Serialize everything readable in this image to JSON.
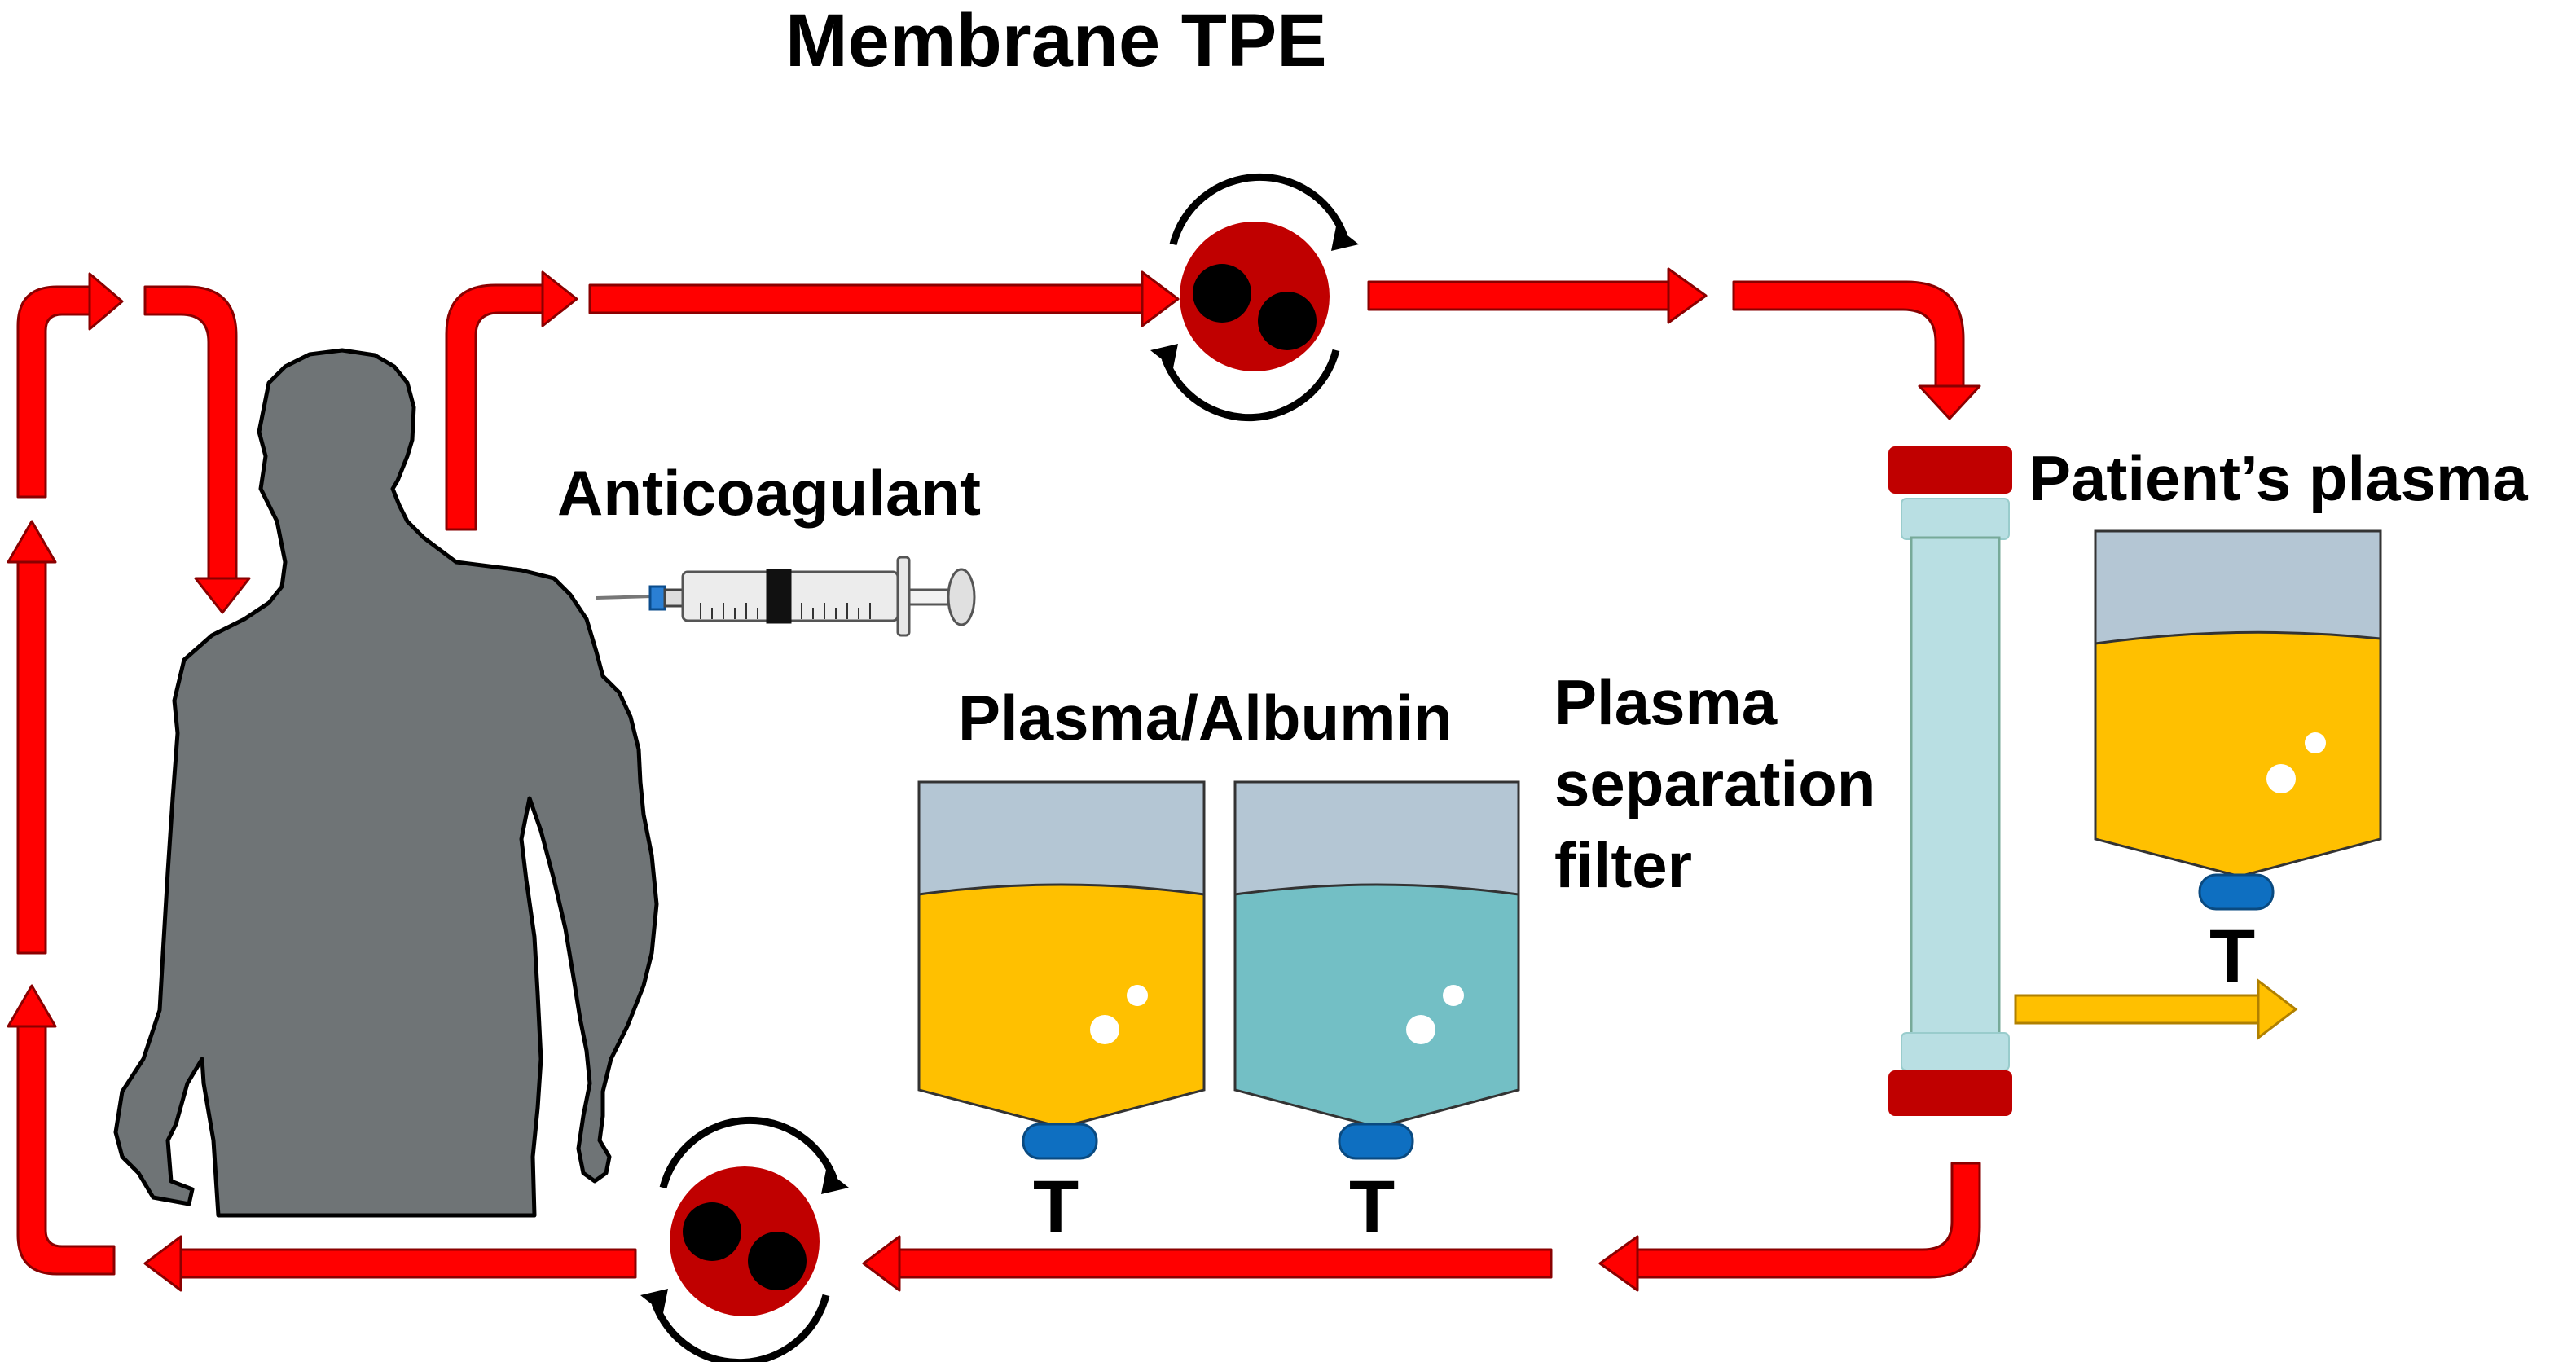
{
  "title": "Membrane TPE",
  "labels": {
    "anticoagulant": "Anticoagulant",
    "replacement_fluid": "Plasma/Albumin",
    "filter_line1": "Plasma",
    "filter_line2": "separation",
    "filter_line3": "filter",
    "removed_plasma": "Patient’s plasma"
  },
  "clamp_label": "T",
  "colors": {
    "blood_line": "#ff0000",
    "pump_body": "#c00000",
    "pump_rollers": "#000000",
    "patient_silhouette": "#6f7476",
    "bag_top": "#b4c6d4",
    "plasma_fluid": "#ffc000",
    "albumin_fluid": "#73bfc5",
    "clamp": "#0e6fc1",
    "filter_body": "#b9dfe3",
    "filter_caps": "#c00000",
    "waste_arrow": "#ffc000"
  },
  "icons": [
    "human-silhouette-icon",
    "syringe-icon",
    "roller-pump-icon",
    "rotation-arrows-icon",
    "fluid-bag-icon",
    "clamp-icon",
    "filter-column-icon"
  ]
}
